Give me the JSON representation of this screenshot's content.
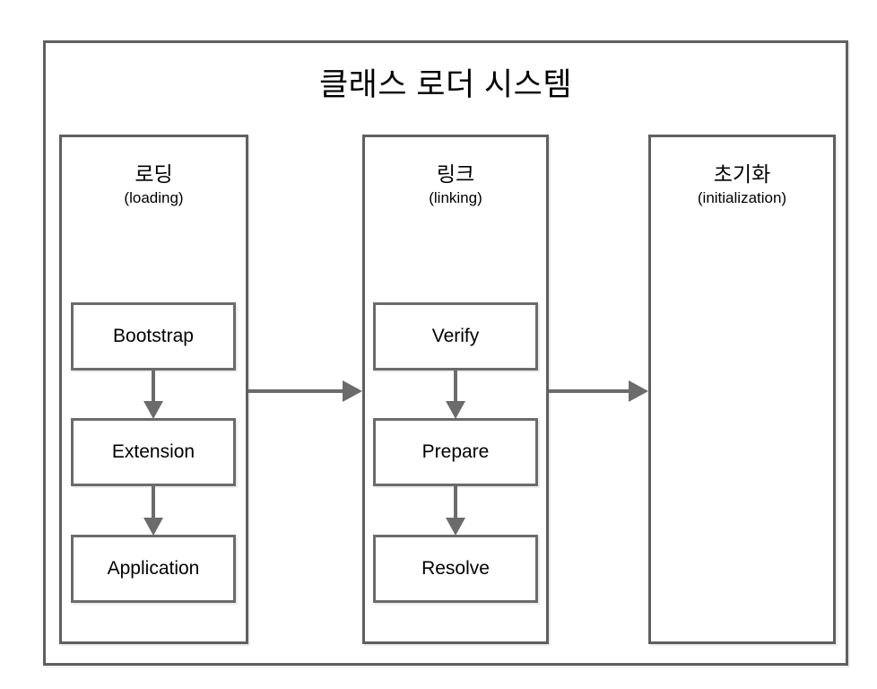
{
  "diagram": {
    "title": "클래스 로더 시스템",
    "columns": [
      {
        "id": "loading",
        "label_ko": "로딩",
        "label_en": "(loading)",
        "steps": [
          {
            "label": "Bootstrap"
          },
          {
            "label": "Extension"
          },
          {
            "label": "Application"
          }
        ]
      },
      {
        "id": "linking",
        "label_ko": "링크",
        "label_en": "(linking)",
        "steps": [
          {
            "label": "Verify"
          },
          {
            "label": "Prepare"
          },
          {
            "label": "Resolve"
          }
        ]
      },
      {
        "id": "initialization",
        "label_ko": "초기화",
        "label_en": "(initialization)",
        "steps": []
      }
    ],
    "flow_arrows": [
      {
        "from": "loading",
        "to": "linking",
        "direction": "right"
      },
      {
        "from": "linking",
        "to": "initialization",
        "direction": "right"
      }
    ],
    "colors": {
      "frame_border": "#5f5f5f",
      "box_border": "#6b6b6b",
      "arrow": "#6b6b6b",
      "text": "#000000",
      "background": "#ffffff"
    }
  }
}
